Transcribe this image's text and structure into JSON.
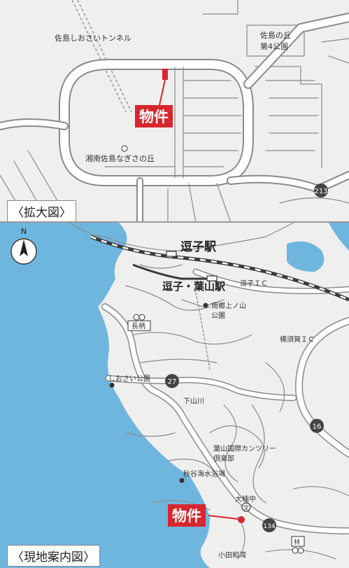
{
  "enlarged_map": {
    "caption": "〈拡大図〉",
    "property_label": "物件",
    "labels": {
      "tunnel": "佐島しおさいトンネル",
      "park_line1": "佐島の丘",
      "park_line2": "第4公園",
      "hill": "湘南佐島なぎさの丘"
    },
    "route_shields": [
      "213"
    ]
  },
  "location_map": {
    "caption": "〈現地案内図〉",
    "north_label": "N",
    "property_label": "物件",
    "labels": {
      "zushi_station": "逗子駅",
      "zushi_hayama_station": "逗子・葉山駅",
      "zushi_ic": "逗子ＩＣ",
      "park_line1": "南郷上ノ山",
      "park_line2": "公園",
      "yokosuka_ic": "横須賀ＩＣ",
      "nagae": "長柄",
      "shiosai_park": "しおさい公園",
      "shimoyamagawa": "下山川",
      "country_club_line1": "葉山国際カンツリー",
      "country_club_line2": "倶楽部",
      "akiya_beach": "秋谷海水浴場",
      "okusunaka": "大楠中",
      "kotawa": "小田和湾",
      "hayashi": "林"
    },
    "route_shields": [
      "27",
      "16",
      "134"
    ]
  },
  "colors": {
    "accent_red": "#d8262f",
    "sea": "#6fb6de",
    "land": "#efefee",
    "road": "#ffffff",
    "railway": "#3a3a3a"
  }
}
